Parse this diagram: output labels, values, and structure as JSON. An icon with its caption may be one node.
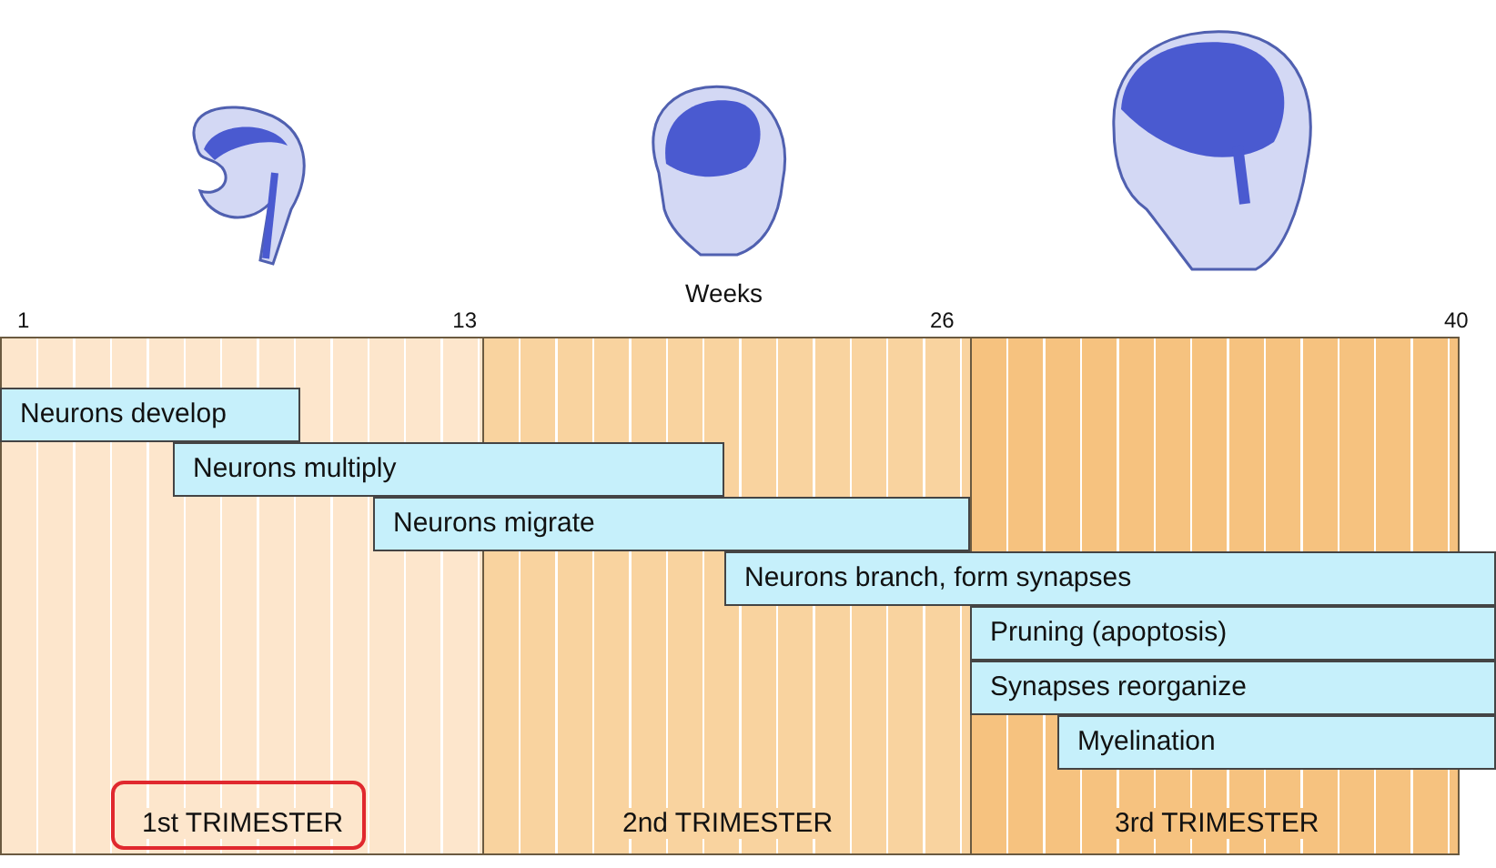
{
  "diagram": {
    "nodes": [
      {
        "text": [
          "1st TRIMESTER"
        ]
      },
      {
        "text": [
          "2nd TRIMESTER"
        ]
      },
      {
        "text": [
          "3rd TRIMESTER"
        ]
      },
      {
        "text": [
          "Neurons develop"
        ],
        "in": 0
      },
      {
        "text": [
          "Neurons multiply"
        ]
      },
      {
        "text": [
          "Neurons migrate"
        ]
      },
      {
        "text": [
          "Neurons branch, form synapses"
        ]
      },
      {
        "text": [
          "Pruning (apoptosis)"
        ]
      },
      {
        "text": [
          "Synapses reorganize"
        ]
      },
      {
        "text": [
          "Myelination"
        ]
      }
    ],
    "edges": [],
    "labels": [
      "Weeks",
      "1",
      "13",
      "26",
      "40"
    ]
  }
}
